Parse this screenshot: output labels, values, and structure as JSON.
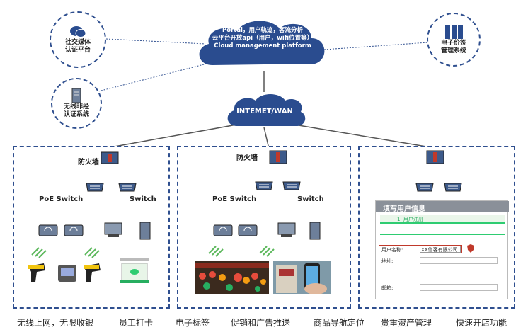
{
  "cloud_top": {
    "line1": "Portal，用户轨迹，客流分析",
    "line2": "云平台开放api（用户，wifi位置等）",
    "line3": "Cloud management platform"
  },
  "cloud_wan": {
    "label": "INTEMET/WAN"
  },
  "left_nodes": [
    {
      "label_1": "社交媒体",
      "label_2": "认证平台",
      "icon": "chat-icon"
    },
    {
      "label_1": "无线非经",
      "label_2": "认证系统",
      "icon": "server-icon"
    }
  ],
  "right_node": {
    "label_1": "电子价签",
    "label_2": "管理系统",
    "icon": "server-rack-icon"
  },
  "panels": [
    {
      "firewall": "防火墙",
      "poe_switch": "PoE Switch",
      "switch": "Switch"
    },
    {
      "firewall": "防火墙",
      "poe_switch": "PoE Switch",
      "switch": "Switch"
    }
  ],
  "form": {
    "title": "填写用户信息",
    "step": "1. 用户注册",
    "company_label": "用户名称:",
    "company_value": "XX信客有限公司",
    "addr_label": "地址:",
    "mail_label": "邮箱:"
  },
  "bottom_labels": [
    "无线上网，无限收银",
    "员工打卡",
    "电子标签",
    "促销和广告推送",
    "商品导航定位",
    "贵重资产管理",
    "快速开店功能"
  ],
  "colors": {
    "cloud": "#2a4c8f",
    "border": "#2f4f8f",
    "accent": "#c0392b"
  }
}
